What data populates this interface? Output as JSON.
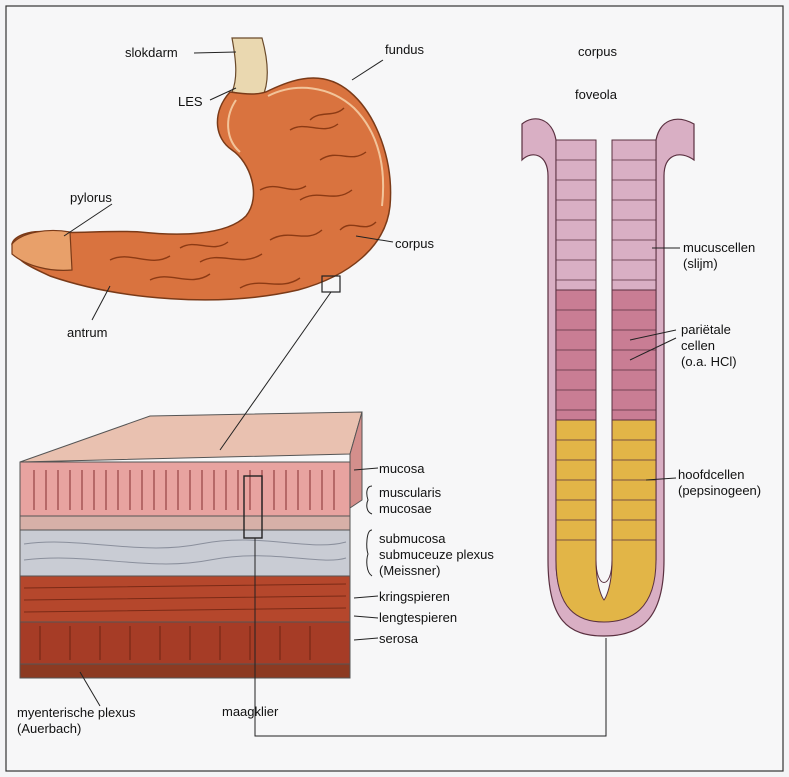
{
  "labels": {
    "slokdarm": "slokdarm",
    "fundus": "fundus",
    "les": "LES",
    "pylorus": "pylorus",
    "corpus_stomach": "corpus",
    "antrum": "antrum",
    "corpus_gland": "corpus",
    "foveola": "foveola",
    "mucuscellen": [
      "mucuscellen",
      "(slijm)"
    ],
    "parietale": [
      "pariëtale",
      "cellen",
      "(o.a. HCl)"
    ],
    "hoofdcellen": [
      "hoofdcellen",
      "(pepsinogeen)"
    ],
    "mucosa": "mucosa",
    "muscularis": [
      "muscularis",
      "mucosae"
    ],
    "submucosa": [
      "submucosa",
      "submuceuze plexus",
      "(Meissner)"
    ],
    "kringspieren": "kringspieren",
    "lengtespieren": "lengtespieren",
    "serosa": "serosa",
    "myenterische": [
      "myenterische plexus",
      "(Auerbach)"
    ],
    "maagklier": "maagklier"
  },
  "colors": {
    "stomach": "#d9733f",
    "stomach_dark": "#a8481f",
    "mucosa": "#e8a3a0",
    "submucosa": "#c9ccd4",
    "muscle": "#b5472c",
    "gland_mucus": "#d9afc4",
    "gland_parietal": "#c97d94",
    "gland_chief": "#e2b547"
  }
}
